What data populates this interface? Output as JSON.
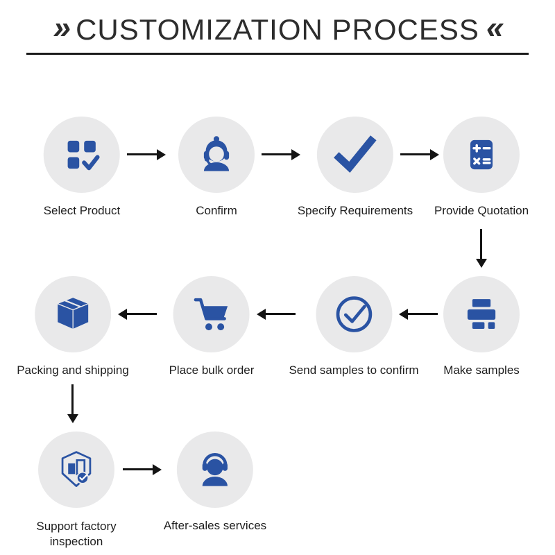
{
  "title": {
    "mark_left": "»",
    "text": "CUSTOMIZATION PROCESS",
    "mark_right": "«"
  },
  "colors": {
    "icon_blue": "#2a53a3",
    "circle_bg": "#e9e9ea",
    "arrow": "#141414",
    "title_text": "#2d2d2d"
  },
  "steps": [
    {
      "label": "Select Product",
      "icon": "select-product-icon"
    },
    {
      "label": "Confirm",
      "icon": "customer-service-icon"
    },
    {
      "label": "Specify Requirements",
      "icon": "checkmark-icon"
    },
    {
      "label": "Provide Quotation",
      "icon": "calculator-icon"
    },
    {
      "label": "Make samples",
      "icon": "printer-icon"
    },
    {
      "label": "Send samples to confirm",
      "icon": "circle-check-icon"
    },
    {
      "label": "Place bulk order",
      "icon": "shopping-cart-icon"
    },
    {
      "label": "Packing and shipping",
      "icon": "package-box-icon"
    },
    {
      "label": "Support factory inspection",
      "icon": "factory-inspection-icon"
    },
    {
      "label": "After-sales services",
      "icon": "headset-person-icon"
    }
  ]
}
